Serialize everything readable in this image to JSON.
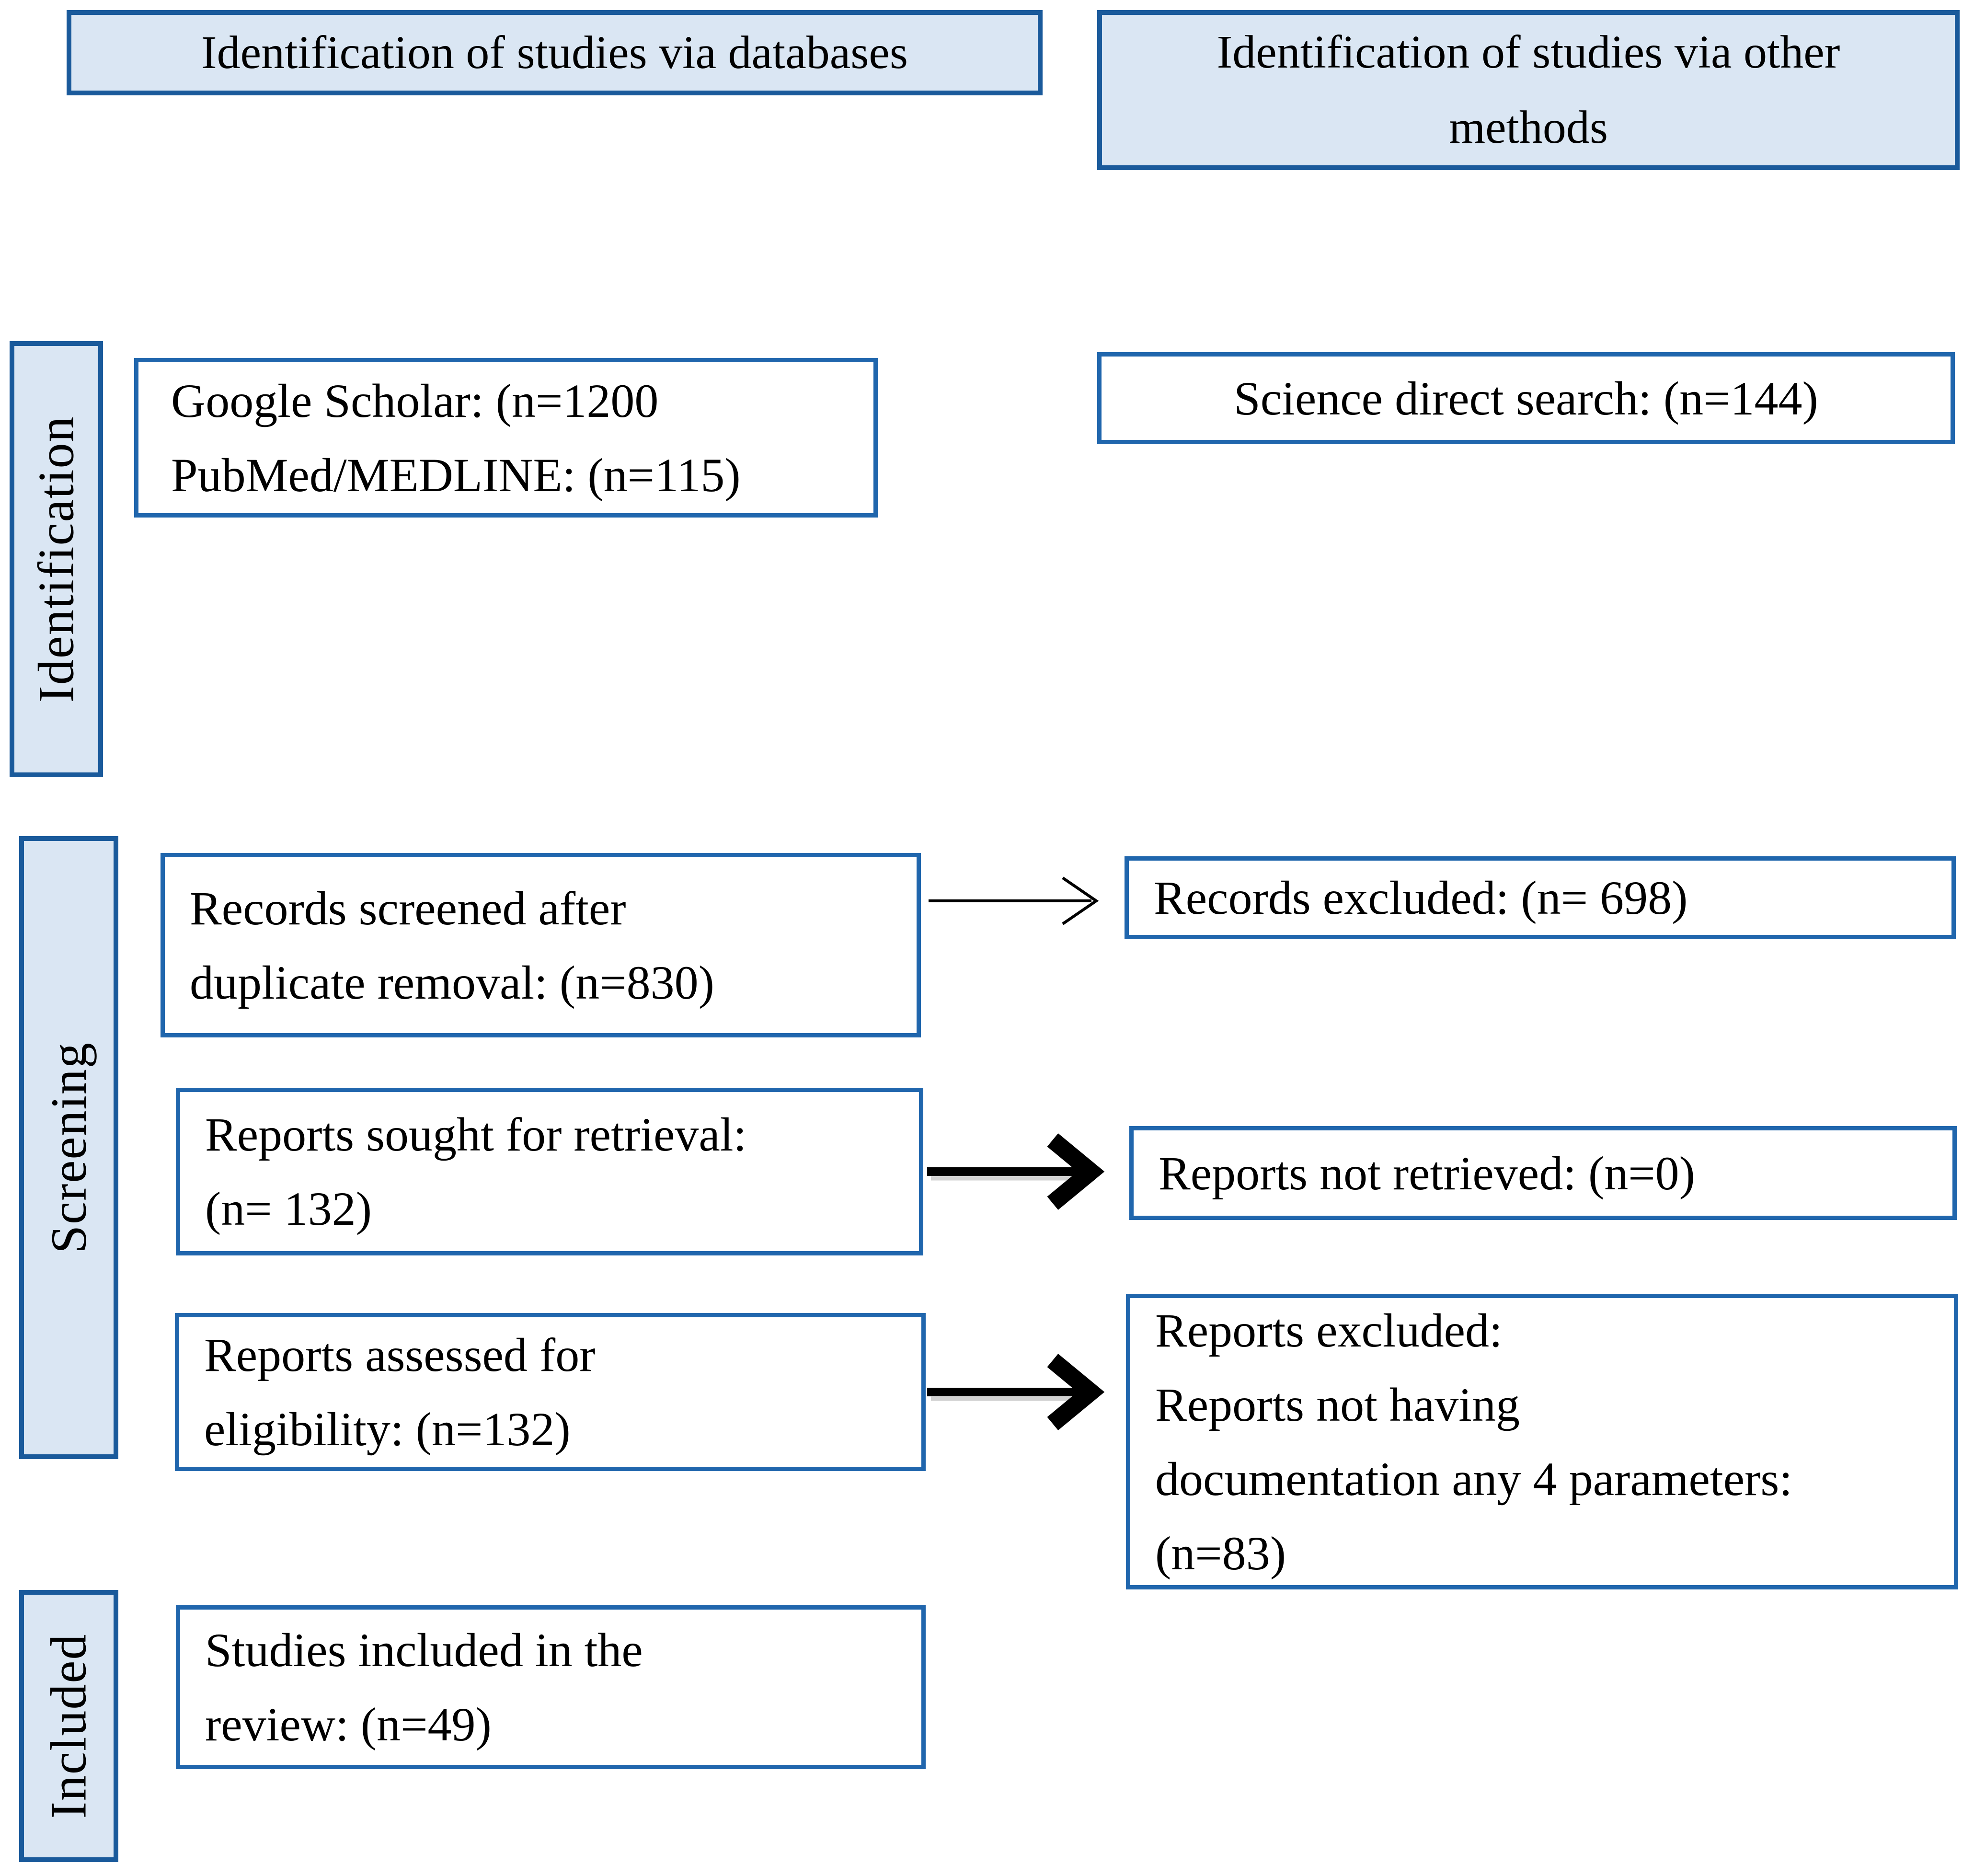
{
  "colors": {
    "panel_fill": "#dae6f3",
    "panel_border": "#1a5a9b",
    "box_border": "#2066ad",
    "arrow": "#000000",
    "arrow_shadow": "#b5b5b5"
  },
  "headers": {
    "databases": "Identification of studies via databases",
    "other_methods": "Identification of studies via other\nmethods"
  },
  "sidebar": {
    "identification": "Identification",
    "screening": "Screening",
    "included": "Included"
  },
  "boxes": {
    "database_search": "Google Scholar:  (n=1200\nPubMed/MEDLINE: (n=115)",
    "other_search": "Science direct search: (n=144)",
    "records_screened": "Records screened after\nduplicate removal: (n=830)",
    "records_excluded": "Records excluded: (n= 698)",
    "reports_sought": "Reports sought for retrieval:\n(n= 132)",
    "reports_not_retrieved": "Reports not retrieved: (n=0)",
    "reports_assessed": "Reports assessed for\neligibility: (n=132)",
    "reports_excluded": "Reports excluded:\nReports not having\ndocumentation any 4 parameters:\n(n=83)",
    "studies_included": "Studies included in the\nreview: (n=49)"
  }
}
